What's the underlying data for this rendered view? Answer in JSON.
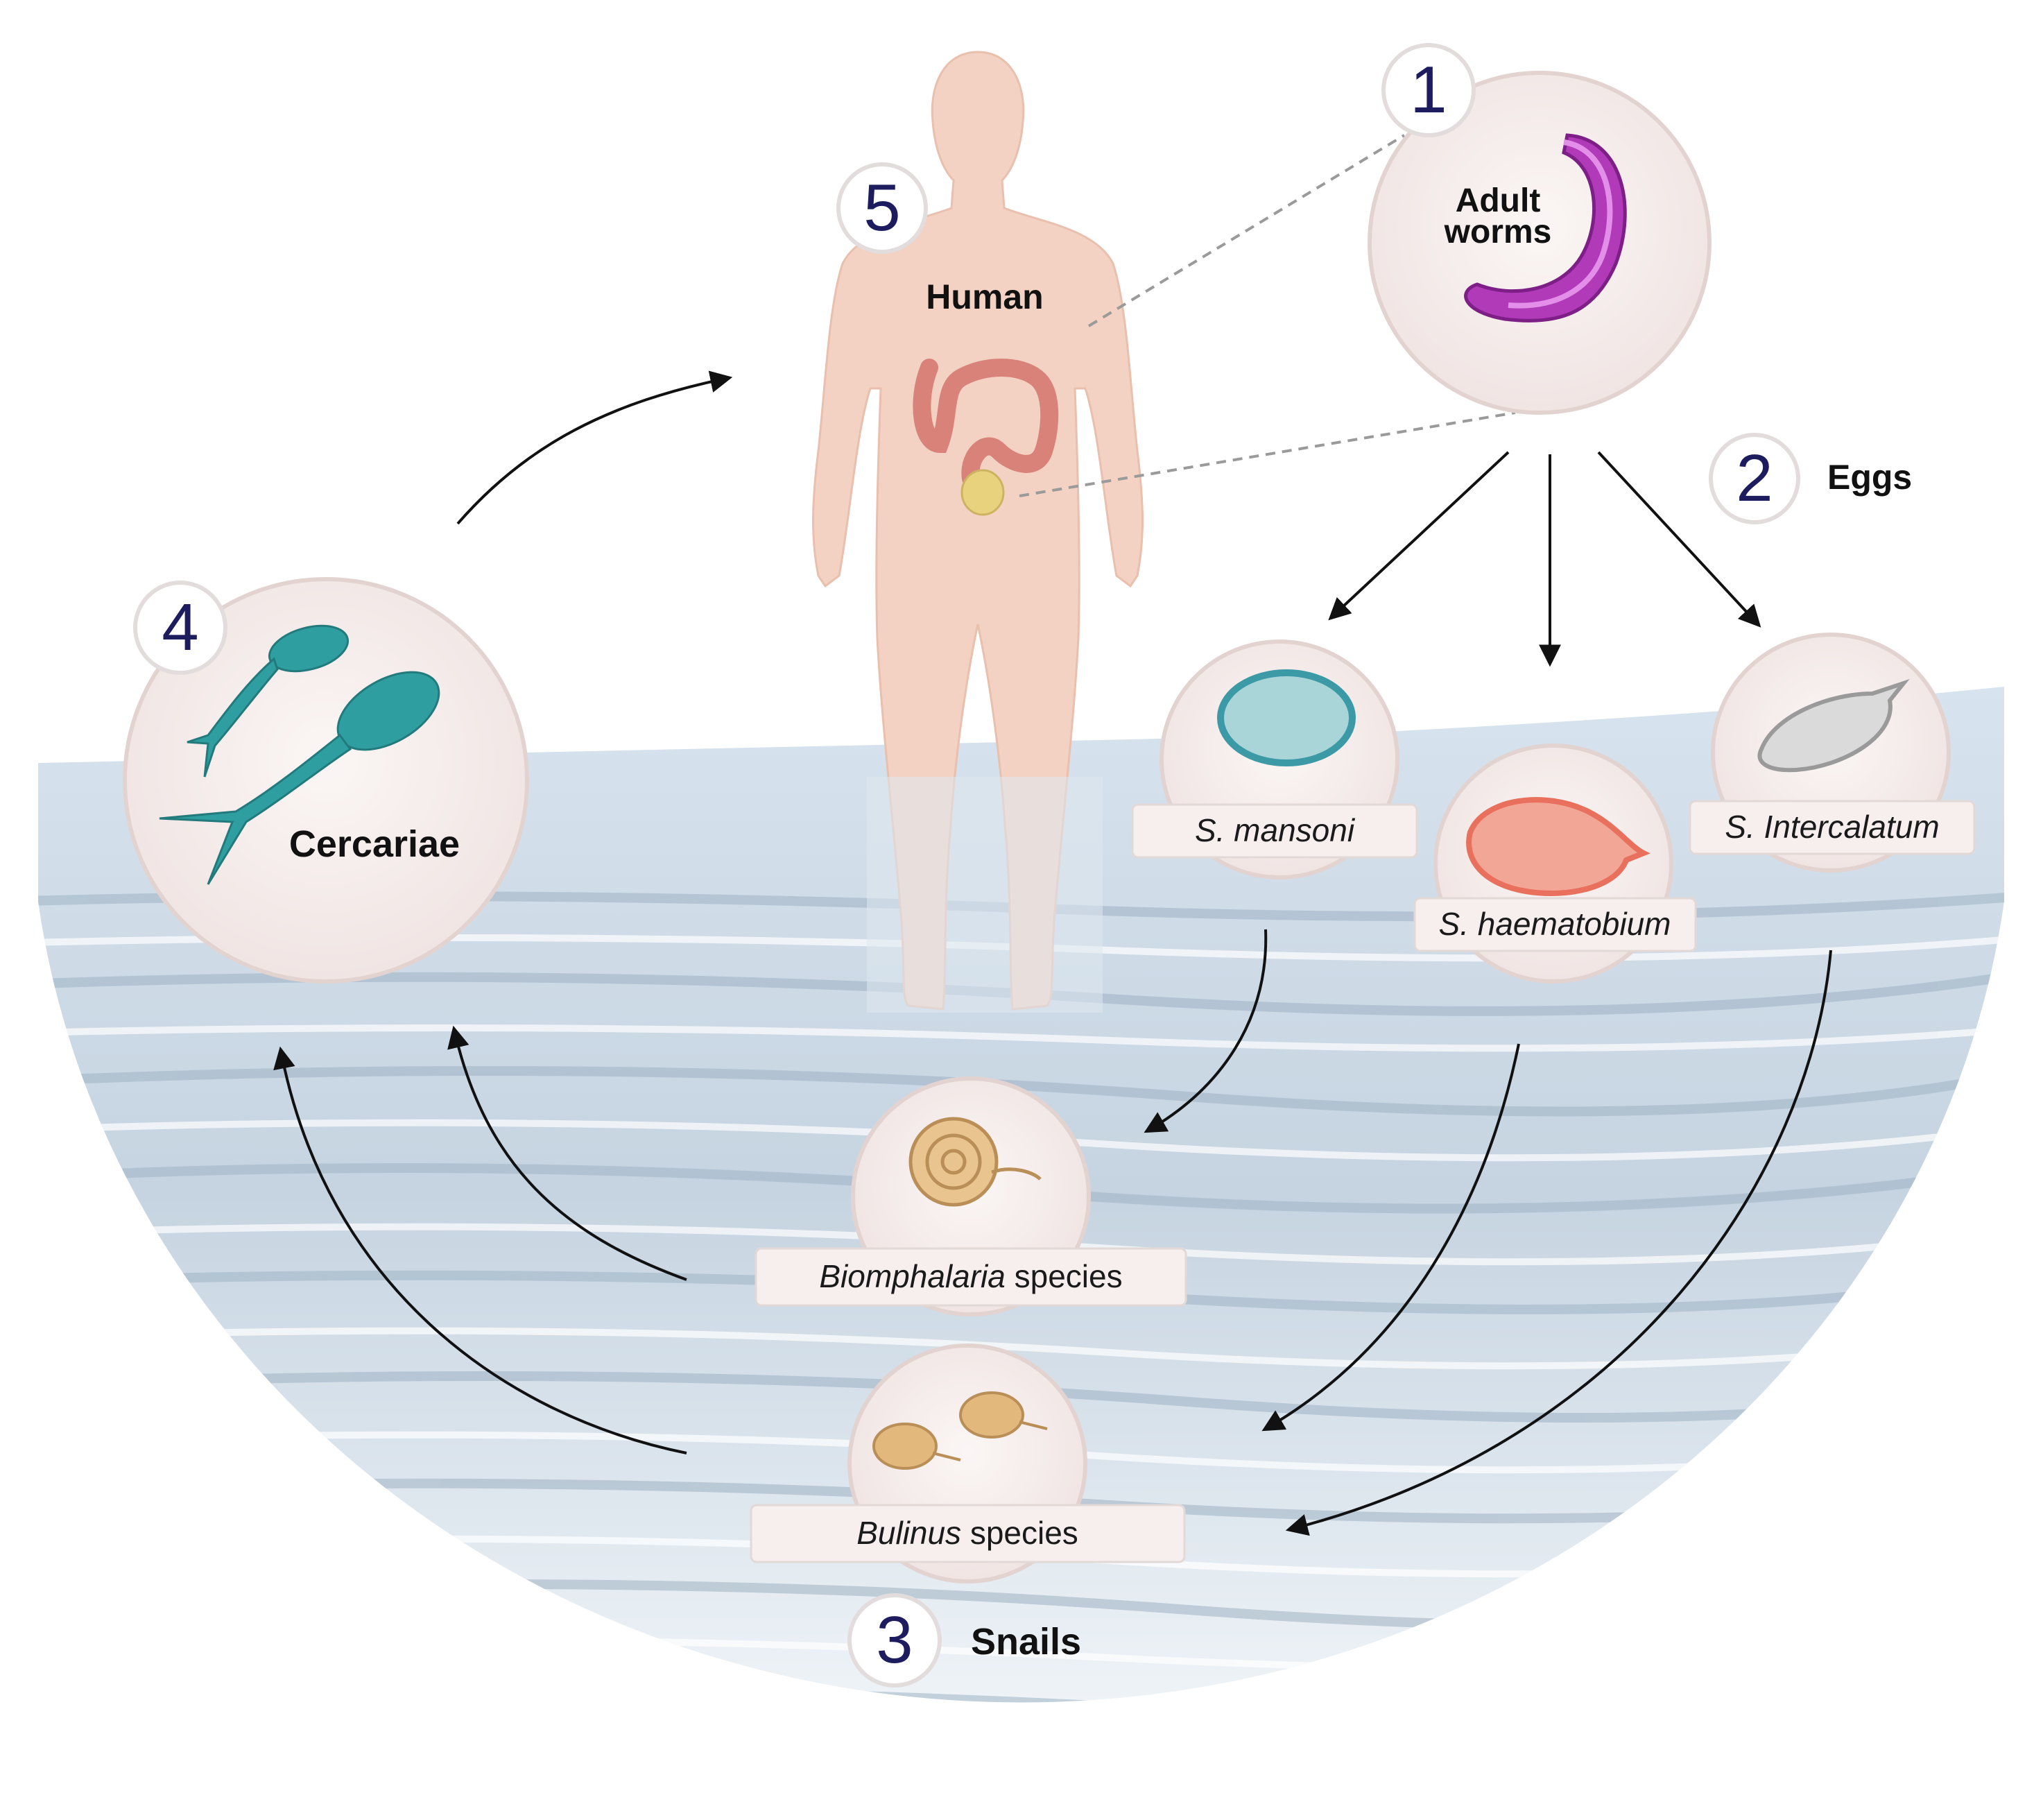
{
  "steps": {
    "adult_worms": {
      "number": "1",
      "label_line1": "Adult",
      "label_line2": "worms"
    },
    "eggs": {
      "number": "2",
      "label": "Eggs"
    },
    "snails": {
      "number": "3",
      "label": "Snails"
    },
    "cercariae": {
      "number": "4",
      "label": "Cercariae"
    },
    "human": {
      "number": "5",
      "label": "Human"
    }
  },
  "egg_species": {
    "mansoni": "S. mansoni",
    "haematobium": "S. haematobium",
    "intercalatum": "S. Intercalatum"
  },
  "snail_species": {
    "biomphalaria_italic": "Biomphalaria",
    "biomphalaria_rest": " species",
    "bulinus_italic": "Bulinus",
    "bulinus_rest": " species"
  },
  "colors": {
    "water_light": "#e9f0f6",
    "water_mid": "#b9c8d6",
    "skin": "#f3d2c3",
    "worm": "#b03ab8",
    "cercariae": "#2f9ea0",
    "number_text": "#1c1c5e",
    "egg_mansoni": "#3b9aa6",
    "egg_haematobium": "#e8705c",
    "egg_intercalatum": "#9a9a9a",
    "snail_shell": "#e2b87c"
  },
  "icons": {
    "arrow": "arrow-icon",
    "dashed_connector": "dashed-line-icon"
  }
}
